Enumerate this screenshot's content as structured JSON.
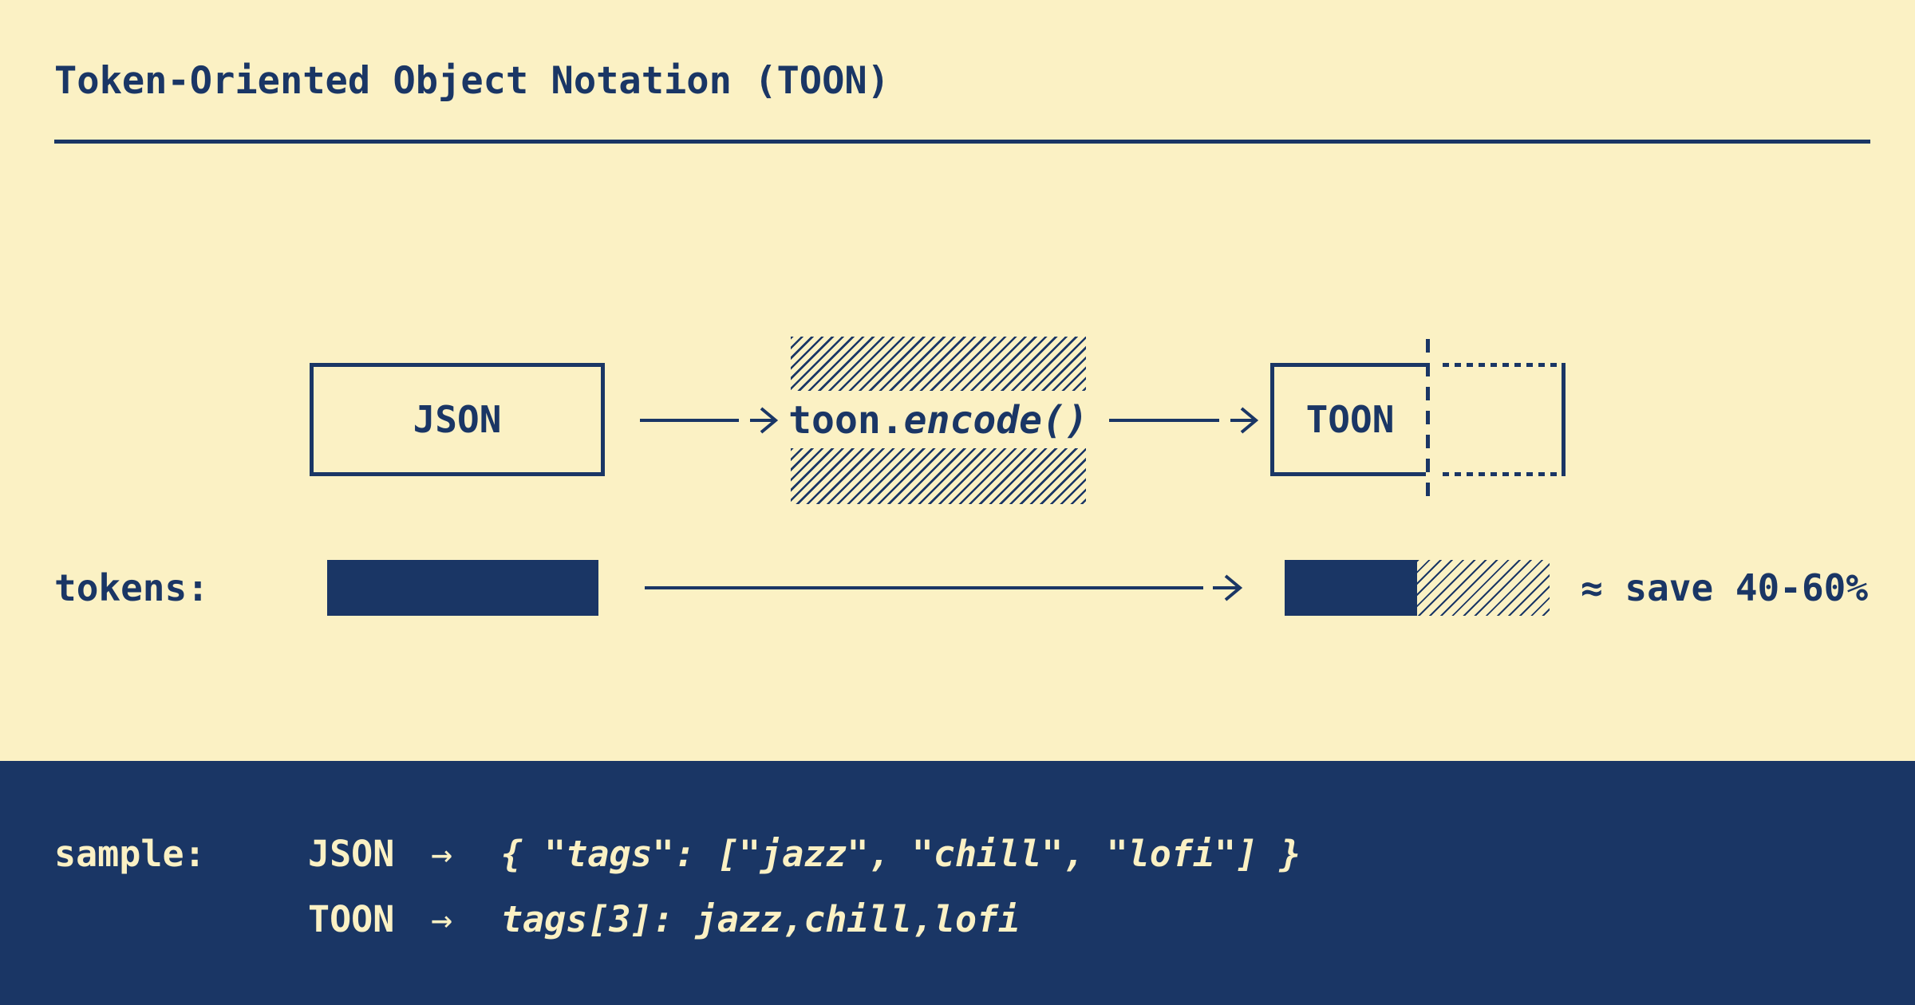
{
  "palette": {
    "background": "#FBF1C4",
    "ink": "#1A3665",
    "footer_background": "#1A3665",
    "footer_text": "#FBF1C4"
  },
  "header": {
    "title": "Token-Oriented Object Notation (TOON)"
  },
  "flow": {
    "input_label": "JSON",
    "encoder_prefix": "toon.",
    "encoder_call": "encode()",
    "output_label": "TOON"
  },
  "tokens_row": {
    "label": "tokens:",
    "savings_note": "≈ save 40-60%"
  },
  "sample": {
    "label": "sample:",
    "rows": [
      {
        "format": "JSON",
        "arrow": "→",
        "code": "{ \"tags\": [\"jazz\", \"chill\", \"lofi\"] }"
      },
      {
        "format": "TOON",
        "arrow": "→",
        "code": "tags[3]: jazz,chill,lofi"
      }
    ]
  }
}
